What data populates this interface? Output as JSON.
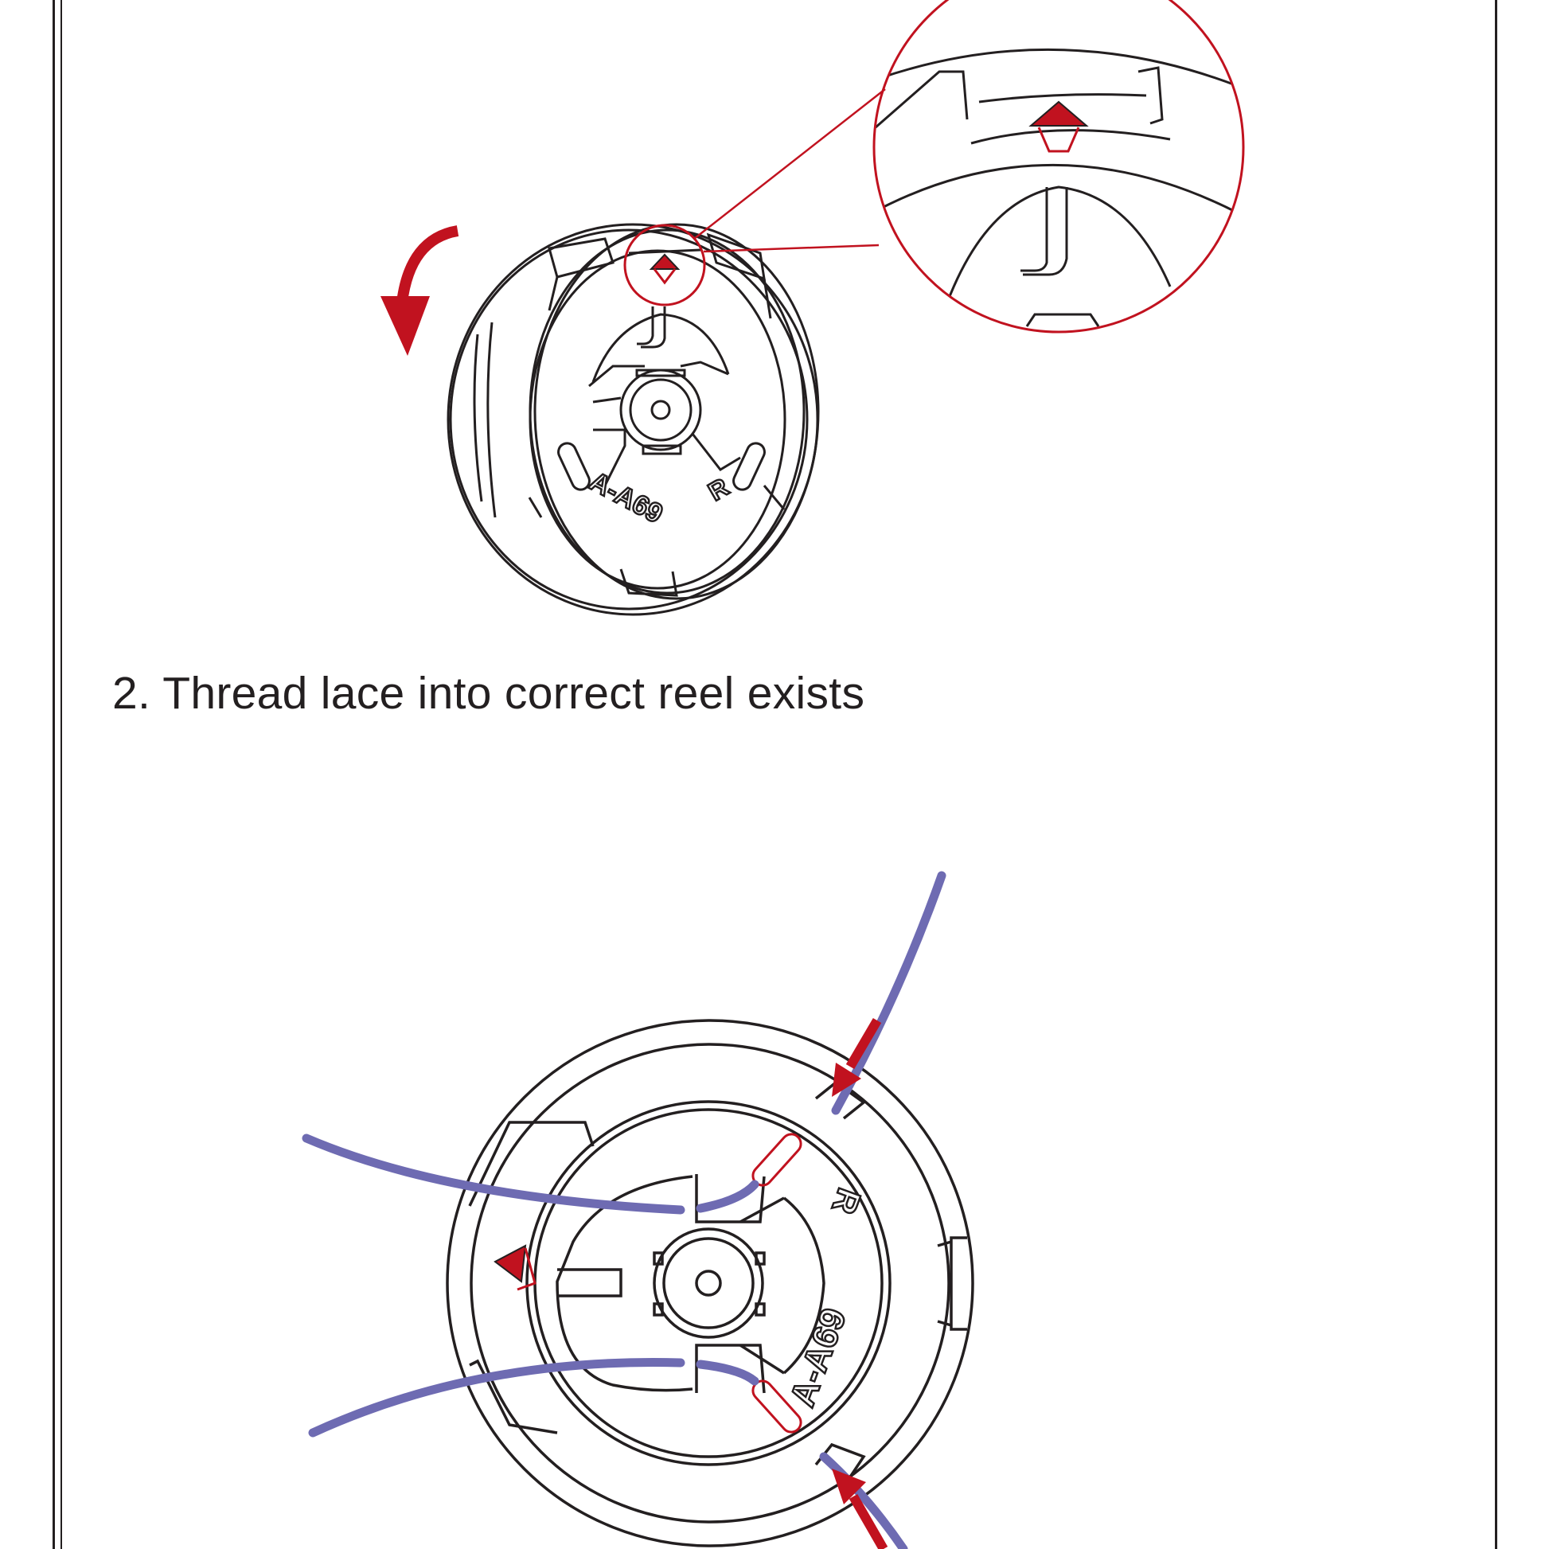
{
  "step2": {
    "label": "2. Thread lace into correct reel exists"
  },
  "spool_markings": {
    "code": "A-A69",
    "side": "R"
  },
  "colors": {
    "outline": "#231f20",
    "accent_red": "#c1121f",
    "line_blue": "#6e6bb2"
  },
  "icons": {
    "rotate_arrow": "curved-arrow-counterclockwise",
    "alignment_marker": "triangle-marker",
    "insert_arrows": "straight-arrow"
  }
}
